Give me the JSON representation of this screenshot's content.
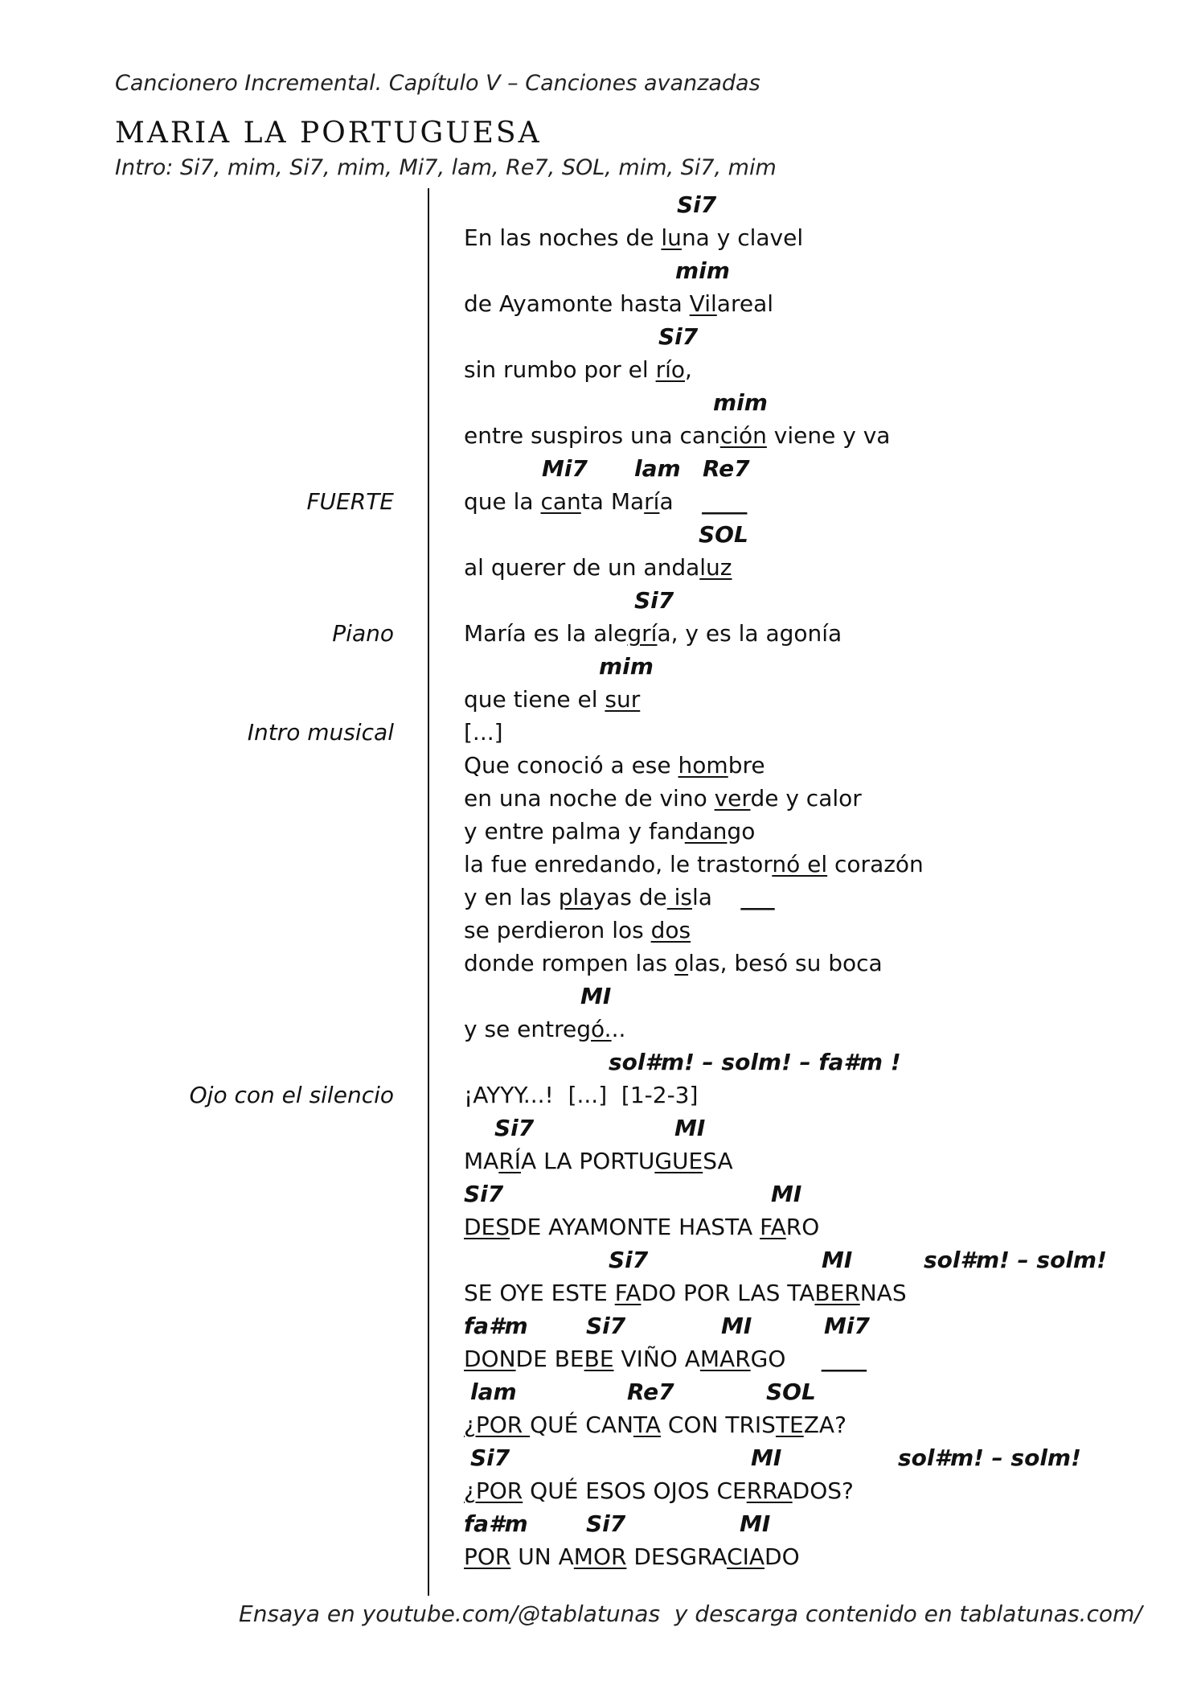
{
  "header": "Cancionero Incremental. Capítulo V – Canciones avanzadas",
  "title": "MARIA LA PORTUGUESA",
  "intro": "Intro: Si7, mim, Si7, mim, Mi7, lam, Re7, SOL, mim, Si7, mim",
  "notes": [
    {
      "text": "FUERTE",
      "row": 9
    },
    {
      "text": "Piano",
      "row": 13
    },
    {
      "text": "Intro musical",
      "row": 16
    },
    {
      "text": "Ojo con el silencio",
      "row": 27
    }
  ],
  "rows": [
    {
      "type": "chord",
      "chords": [
        {
          "text": "Si7",
          "col": 265
        }
      ]
    },
    {
      "type": "lyric",
      "segs": [
        [
          "En las noches de ",
          0
        ],
        [
          "lu",
          1
        ],
        [
          "na y clavel",
          0
        ]
      ]
    },
    {
      "type": "chord",
      "chords": [
        {
          "text": "mim",
          "col": 263
        }
      ]
    },
    {
      "type": "lyric",
      "segs": [
        [
          "de Ayamonte hasta ",
          0
        ],
        [
          "Vil",
          1
        ],
        [
          "areal",
          0
        ]
      ]
    },
    {
      "type": "chord",
      "chords": [
        {
          "text": "Si7",
          "col": 242
        }
      ]
    },
    {
      "type": "lyric",
      "segs": [
        [
          "sin rumbo por el ",
          0
        ],
        [
          "río",
          1
        ],
        [
          ",",
          0
        ]
      ]
    },
    {
      "type": "chord",
      "chords": [
        {
          "text": "mim",
          "col": 310
        }
      ]
    },
    {
      "type": "lyric",
      "segs": [
        [
          "entre suspiros una can",
          0
        ],
        [
          "ción",
          1
        ],
        [
          " viene y va",
          0
        ]
      ]
    },
    {
      "type": "chord",
      "chords": [
        {
          "text": "Mi7",
          "col": 97
        },
        {
          "text": "lam",
          "col": 212
        },
        {
          "text": "Re7",
          "col": 297
        }
      ]
    },
    {
      "type": "lyric",
      "segs": [
        [
          "que la ",
          0
        ],
        [
          "can",
          1
        ],
        [
          "ta Ma",
          0
        ],
        [
          "rí",
          1
        ],
        [
          "a    ",
          0
        ],
        [
          "____",
          1
        ]
      ]
    },
    {
      "type": "chord",
      "chords": [
        {
          "text": "SOL",
          "col": 292
        }
      ]
    },
    {
      "type": "lyric",
      "segs": [
        [
          "al querer de un anda",
          0
        ],
        [
          "luz",
          1
        ]
      ]
    },
    {
      "type": "chord",
      "chords": [
        {
          "text": "Si7",
          "col": 212
        }
      ]
    },
    {
      "type": "lyric",
      "segs": [
        [
          "María es la ale",
          0
        ],
        [
          "grí",
          1
        ],
        [
          "a, y es la agonía",
          0
        ]
      ]
    },
    {
      "type": "chord",
      "chords": [
        {
          "text": "mim",
          "col": 168
        }
      ]
    },
    {
      "type": "lyric",
      "segs": [
        [
          "que tiene el ",
          0
        ],
        [
          "sur",
          1
        ]
      ]
    },
    {
      "type": "lyric",
      "segs": [
        [
          "[...]",
          0
        ]
      ]
    },
    {
      "type": "lyric",
      "segs": [
        [
          "Que conoció a ese ",
          0
        ],
        [
          "hom",
          1
        ],
        [
          "bre",
          0
        ]
      ]
    },
    {
      "type": "lyric",
      "segs": [
        [
          "en una noche de vino ",
          0
        ],
        [
          "ver",
          1
        ],
        [
          "de y calor",
          0
        ]
      ]
    },
    {
      "type": "lyric",
      "segs": [
        [
          "y entre palma y fan",
          0
        ],
        [
          "dan",
          1
        ],
        [
          "go",
          0
        ]
      ]
    },
    {
      "type": "lyric",
      "segs": [
        [
          "la fue enredando, le trastor",
          0
        ],
        [
          "nó el",
          1
        ],
        [
          " corazón",
          0
        ]
      ]
    },
    {
      "type": "lyric",
      "segs": [
        [
          "y en las ",
          0
        ],
        [
          "pla",
          1
        ],
        [
          "yas de",
          0
        ],
        [
          " is",
          1
        ],
        [
          "la    ",
          0
        ],
        [
          "___",
          1
        ]
      ]
    },
    {
      "type": "lyric",
      "segs": [
        [
          "se perdieron los ",
          0
        ],
        [
          "dos",
          1
        ]
      ]
    },
    {
      "type": "lyric",
      "segs": [
        [
          "donde rompen las ",
          0
        ],
        [
          "o",
          1
        ],
        [
          "las, besó su boca",
          0
        ]
      ]
    },
    {
      "type": "chord",
      "chords": [
        {
          "text": "MI",
          "col": 145
        }
      ]
    },
    {
      "type": "lyric",
      "segs": [
        [
          "y se entreg",
          0
        ],
        [
          "ó.",
          1
        ],
        [
          "..",
          0
        ]
      ]
    },
    {
      "type": "chord",
      "chords": [
        {
          "text": "sol#m! – solm! – fa#m !",
          "col": 180
        }
      ]
    },
    {
      "type": "lyric",
      "segs": [
        [
          "¡AYYY...!  [...]  [1-2-3]",
          0
        ]
      ]
    },
    {
      "type": "chord",
      "chords": [
        {
          "text": "Si7",
          "col": 38
        },
        {
          "text": "MI",
          "col": 262
        }
      ]
    },
    {
      "type": "lyric",
      "segs": [
        [
          "MA",
          0
        ],
        [
          "RÍ",
          1
        ],
        [
          "A LA PORTU",
          0
        ],
        [
          "GUE",
          1
        ],
        [
          "SA",
          0
        ]
      ]
    },
    {
      "type": "chord",
      "chords": [
        {
          "text": "Si7",
          "col": 0
        },
        {
          "text": "MI",
          "col": 382
        }
      ]
    },
    {
      "type": "lyric",
      "segs": [
        [
          "DES",
          1
        ],
        [
          "DE AYAMONTE HASTA ",
          0
        ],
        [
          "FA",
          1
        ],
        [
          "RO",
          0
        ]
      ]
    },
    {
      "type": "chord",
      "chords": [
        {
          "text": "Si7",
          "col": 180
        },
        {
          "text": "MI",
          "col": 445
        },
        {
          "text": "sol#m! – solm!",
          "col": 572
        }
      ]
    },
    {
      "type": "lyric",
      "segs": [
        [
          "SE OYE ESTE ",
          0
        ],
        [
          "FA",
          1
        ],
        [
          "DO POR LAS TA",
          0
        ],
        [
          "BER",
          1
        ],
        [
          "NAS",
          0
        ]
      ]
    },
    {
      "type": "chord",
      "chords": [
        {
          "text": "fa#m",
          "col": 0
        },
        {
          "text": "Si7",
          "col": 152
        },
        {
          "text": "MI",
          "col": 320
        },
        {
          "text": "Mi7",
          "col": 448
        }
      ]
    },
    {
      "type": "lyric",
      "segs": [
        [
          "DON",
          1
        ],
        [
          "DE BE",
          0
        ],
        [
          "BE",
          1
        ],
        [
          " VIÑO A",
          0
        ],
        [
          "MAR",
          1
        ],
        [
          "GO     ",
          0
        ],
        [
          "____",
          1
        ]
      ]
    },
    {
      "type": "chord",
      "chords": [
        {
          "text": "lam",
          "col": 8
        },
        {
          "text": "Re7",
          "col": 203
        },
        {
          "text": "SOL",
          "col": 376
        }
      ]
    },
    {
      "type": "lyric",
      "segs": [
        [
          "¿POR ",
          1
        ],
        [
          "QUÉ CAN",
          0
        ],
        [
          "TA",
          1
        ],
        [
          " CON TRIS",
          0
        ],
        [
          "TE",
          1
        ],
        [
          "ZA?",
          0
        ]
      ]
    },
    {
      "type": "chord",
      "chords": [
        {
          "text": "Si7",
          "col": 8
        },
        {
          "text": "MI",
          "col": 357
        },
        {
          "text": "sol#m! – solm!",
          "col": 540
        }
      ]
    },
    {
      "type": "lyric",
      "segs": [
        [
          "¿POR",
          1
        ],
        [
          " QUÉ ESOS OJOS CE",
          0
        ],
        [
          "RRA",
          1
        ],
        [
          "DOS?",
          0
        ]
      ]
    },
    {
      "type": "chord",
      "chords": [
        {
          "text": "fa#m",
          "col": 0
        },
        {
          "text": "Si7",
          "col": 152
        },
        {
          "text": "MI",
          "col": 343
        }
      ]
    },
    {
      "type": "lyric",
      "segs": [
        [
          "POR",
          1
        ],
        [
          " UN A",
          0
        ],
        [
          "MOR",
          1
        ],
        [
          " DESGRA",
          0
        ],
        [
          "CIA",
          1
        ],
        [
          "DO",
          0
        ]
      ]
    }
  ],
  "footer": "Ensaya en youtube.com/@tablatunas  y descarga contenido en tablatunas.com/"
}
